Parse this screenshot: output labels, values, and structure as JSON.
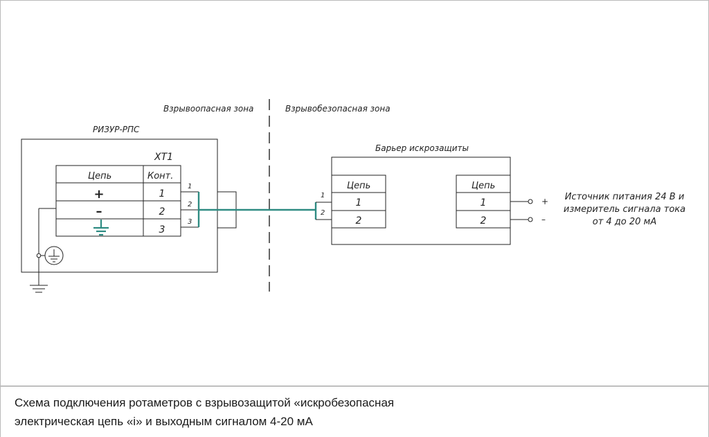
{
  "zones": {
    "hazardous": "Взрывоопасная зона",
    "safe": "Взрывобезопасная зона"
  },
  "device": {
    "title": "РИЗУР-РПС",
    "terminal_block": "XT1",
    "col_circuit": "Цепь",
    "col_contact": "Конт.",
    "rows": [
      {
        "circuit": "+",
        "contact": "1"
      },
      {
        "circuit": "–",
        "contact": "2"
      },
      {
        "circuit": "ground-symbol",
        "contact": "3"
      }
    ],
    "pin_labels": [
      "1",
      "2",
      "3"
    ]
  },
  "barrier": {
    "title": "Барьер искрозащиты",
    "pin_labels": [
      "1",
      "2"
    ],
    "left_table": {
      "header": "Цепь",
      "rows": [
        "1",
        "2"
      ]
    },
    "right_table": {
      "header": "Цепь",
      "rows": [
        "1",
        "2"
      ]
    }
  },
  "source": {
    "plus": "+",
    "minus": "–",
    "line1": "Источник питания 24 В и",
    "line2": "измеритель сигнала тока",
    "line3": "от 4 до 20 мА"
  },
  "caption": {
    "line1": "Схема подключения ротаметров с взрывозащитой «искробезопасная",
    "line2": "электрическая цепь «i» и выходным сигналом 4-20 мА"
  },
  "colors": {
    "line": "#222222",
    "cable": "#2e8b82"
  }
}
